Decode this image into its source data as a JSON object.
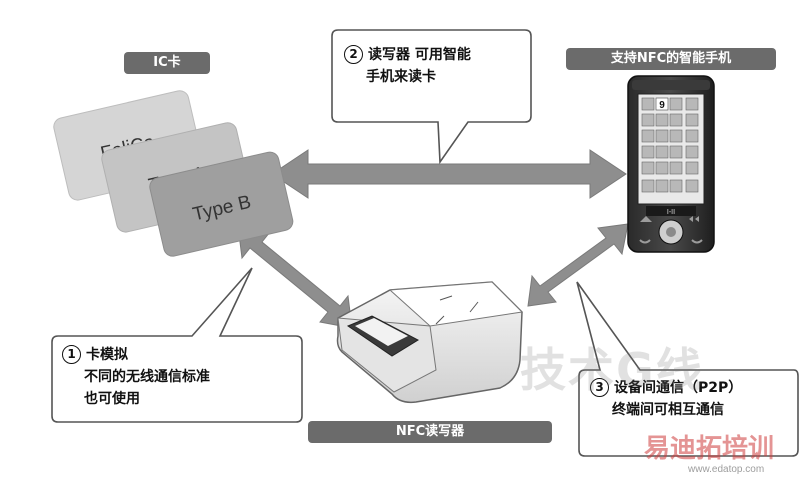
{
  "labels": {
    "ic_card": "IC卡",
    "phone": "支持NFC的智能手机",
    "reader": "NFC读写器"
  },
  "cards": [
    "FeliCa",
    "Type A",
    "Type B"
  ],
  "callouts": {
    "reader_write": {
      "num": "2",
      "line1": "读写器 可用智能",
      "line2": "手机来读卡"
    },
    "card_emulation": {
      "num": "1",
      "line1": "卡模拟",
      "line2": "不同的无线通信标准",
      "line3": "也可使用"
    },
    "p2p": {
      "num": "3",
      "line1": "设备间通信（P2P）",
      "line2": "终端间可相互通信"
    }
  },
  "phone_screen": {
    "clock": "9",
    "button": "I-II"
  },
  "watermarks": {
    "main": "技术G线",
    "brand": "易迪拓培训",
    "url": "www.edatop.com"
  },
  "colors": {
    "arrow": "#8e8e8e",
    "pill": "#6b6b6b",
    "card_light": "#d5d5d5",
    "card_mid": "#c0c0c0",
    "card_dark": "#9a9a9a"
  }
}
